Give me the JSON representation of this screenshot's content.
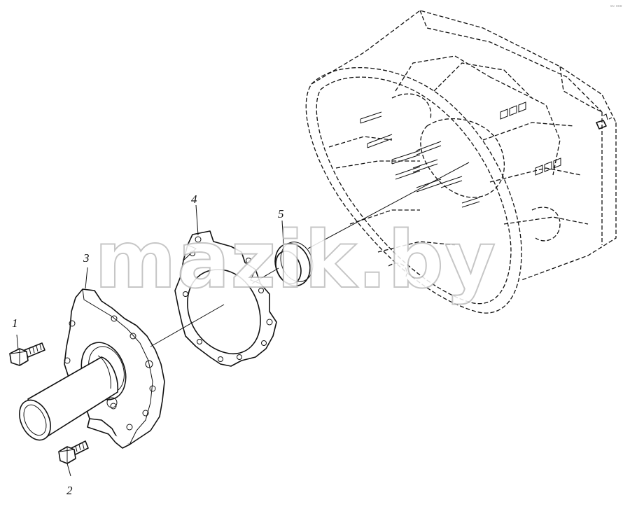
{
  "watermark": "mazik.by",
  "corner_mark": "ᵒᵘ ᵒᵒᵒ",
  "callouts": [
    {
      "label": "1"
    },
    {
      "label": "2"
    },
    {
      "label": "3"
    },
    {
      "label": "4"
    },
    {
      "label": "5"
    }
  ]
}
